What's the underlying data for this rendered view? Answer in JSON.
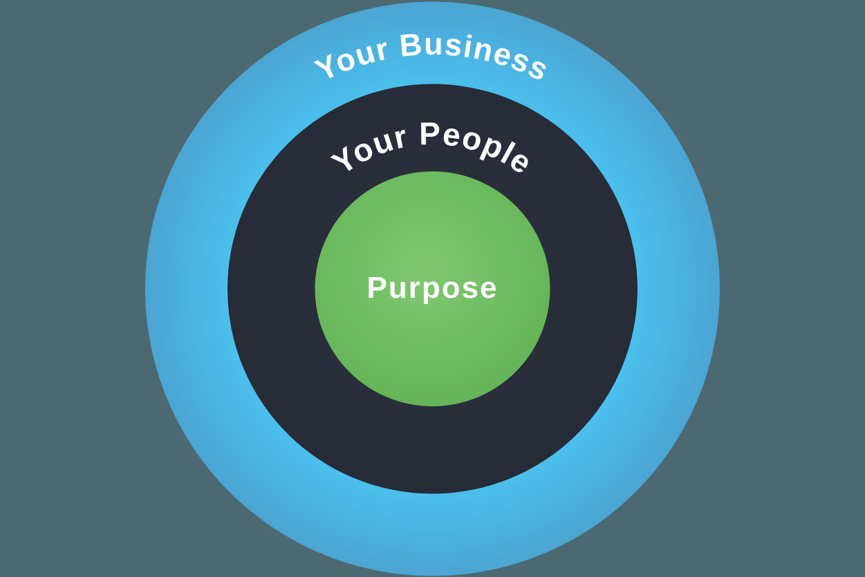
{
  "diagram": {
    "background_color": "#4C6971",
    "label_color": "#FFFFFF",
    "rings": [
      {
        "id": "your-business",
        "label": "Your Business",
        "fill_inner": "#4BC1EE",
        "fill_outer": "#4BA5D3"
      },
      {
        "id": "your-people",
        "label": "Your People",
        "fill_inner": "#2D3240",
        "fill_outer": "#262B36"
      },
      {
        "id": "purpose",
        "label": "Purpose",
        "fill_inner": "#81C871",
        "fill_outer": "#62B456"
      }
    ]
  }
}
